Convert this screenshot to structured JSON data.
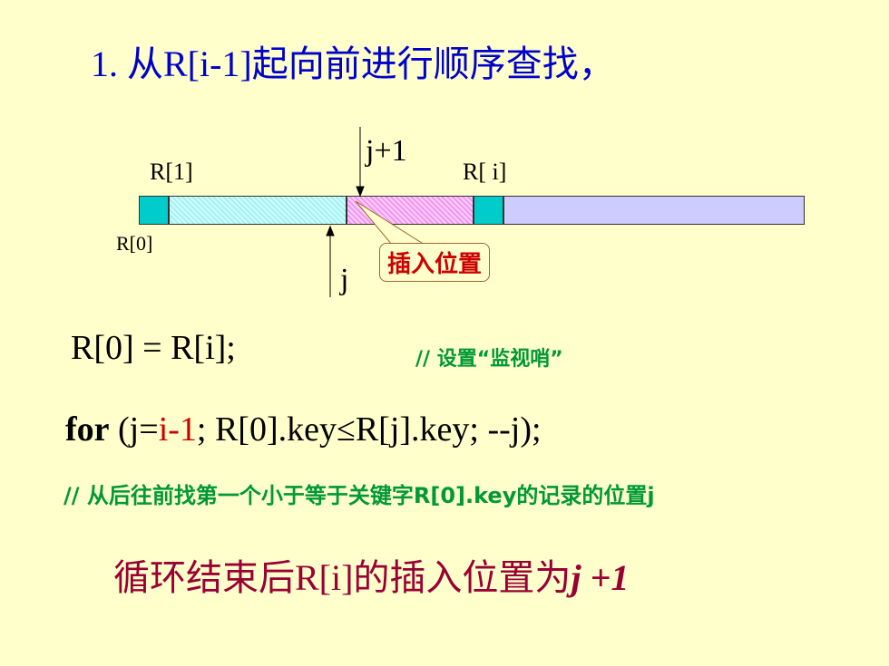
{
  "title": "1. 从R[i-1]起向前进行顺序查找，",
  "diagram": {
    "label_r1": "R[1]",
    "label_ri": "R[ i]",
    "label_r0": "R[0]",
    "label_j_plus_1": "j+1",
    "label_j": "j",
    "callout": "插入位置",
    "colors": {
      "sentinel": "#00cccc",
      "scanned": "#ccffff",
      "shifted": "#ffccff",
      "unsorted": "#ccccff"
    }
  },
  "code": {
    "line1": "R[0] = R[i];",
    "comment1": "// 设置“监视哨”",
    "line2_keyword": "for",
    "line2_a": " (j=",
    "line2_red": "i-1",
    "line2_b": "; R[0].key≤R[j].key; --j);",
    "comment2": "// 从后往前找第一个小于等于关键字R[0].key的记录的位置j"
  },
  "conclusion": {
    "text": "循环结束后R[i]的插入位置为",
    "formula": "j +1"
  }
}
